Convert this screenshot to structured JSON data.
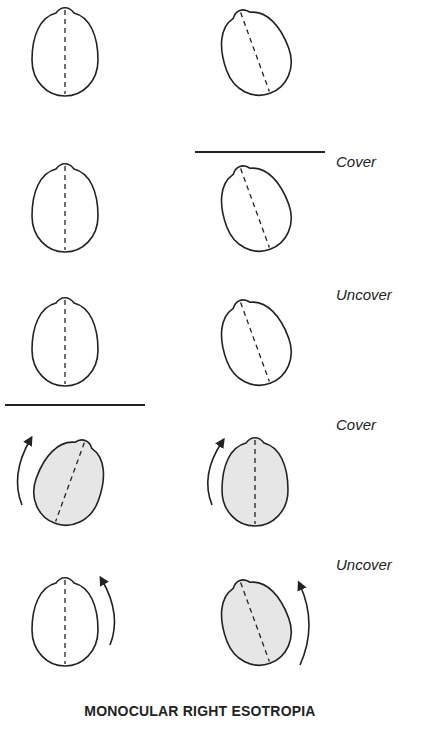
{
  "diagram": {
    "caption": "MONOCULAR RIGHT ESOTROPIA",
    "labels": [
      "Cover",
      "Uncover",
      "Cover",
      "Uncover"
    ]
  }
}
